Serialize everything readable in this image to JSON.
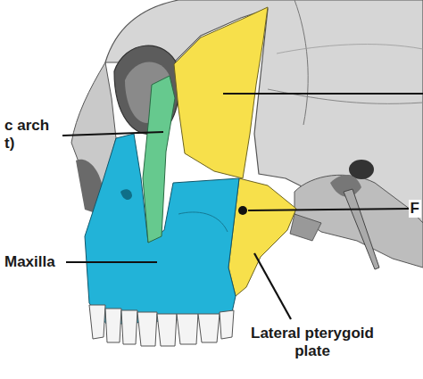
{
  "diagram": {
    "labels": [
      "c arch t)",
      "Maxilla",
      "Lateral pterygoid plate",
      "F"
    ]
  }
}
